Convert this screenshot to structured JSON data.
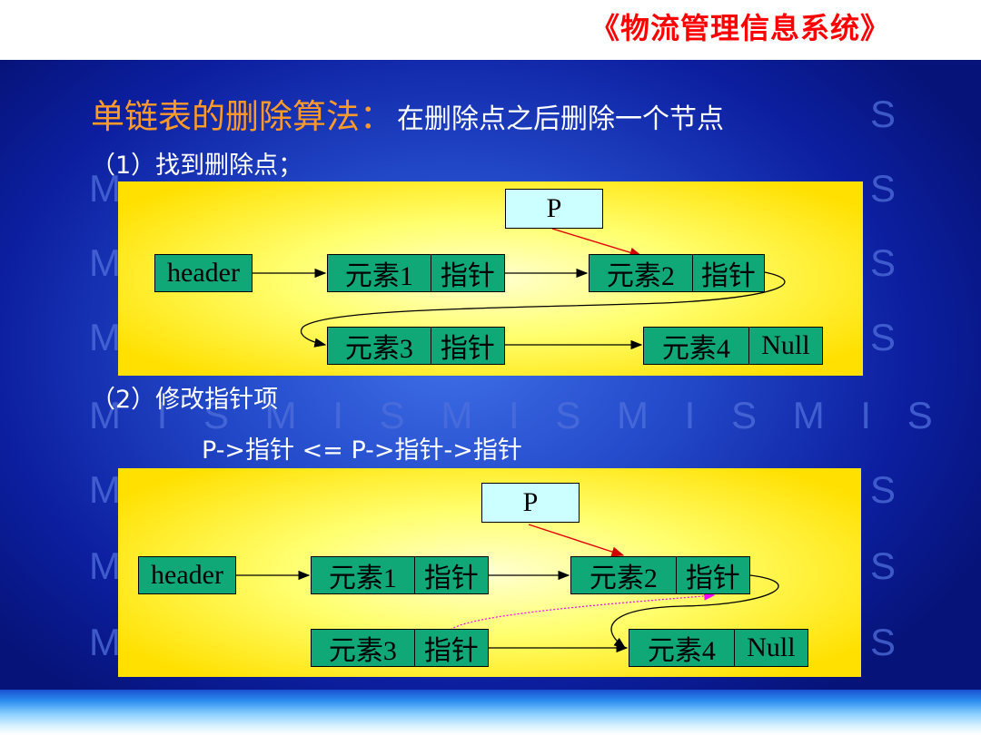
{
  "header": {
    "course_title": "《物流管理信息系统》"
  },
  "watermark": {
    "left": "M",
    "right": "S",
    "row_mid": "M I S   M I S   M I S   M I S   M I S"
  },
  "title": {
    "main": "单链表的删除算法：",
    "sub": "在删除点之后删除一个节点"
  },
  "steps": {
    "step1": "（1）找到删除点；",
    "step2": "（2）修改指针项",
    "formula": "P->指针 <= P->指针->指针"
  },
  "diagram1": {
    "p_label": "P",
    "header_label": "header",
    "nodes": [
      {
        "element": "元素1",
        "pointer": "指针"
      },
      {
        "element": "元素2",
        "pointer": "指针"
      },
      {
        "element": "元素3",
        "pointer": "指针"
      },
      {
        "element": "元素4",
        "pointer": "Null"
      }
    ]
  },
  "diagram2": {
    "p_label": "P",
    "header_label": "header",
    "nodes": [
      {
        "element": "元素1",
        "pointer": "指针"
      },
      {
        "element": "元素2",
        "pointer": "指针"
      },
      {
        "element": "元素3",
        "pointer": "指针"
      },
      {
        "element": "元素4",
        "pointer": "Null"
      }
    ]
  },
  "colors": {
    "course_title": "#ff0000",
    "title_main": "#ff9a2a",
    "node_fill": "#11a878",
    "pointer_arrow": "#ff0000",
    "dotted_link": "#ff00ff"
  }
}
